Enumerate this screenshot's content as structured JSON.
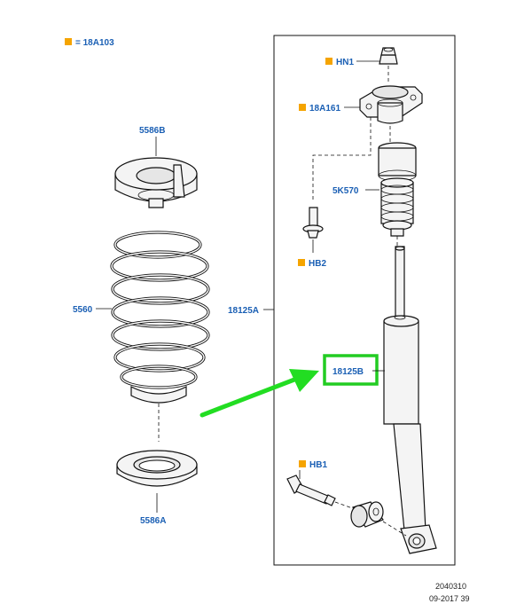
{
  "legend": {
    "color": "#f5a400",
    "text": "= 18A103"
  },
  "labels": {
    "seat_upper": "5586B",
    "spring": "5560",
    "seat_lower": "5586A",
    "assembly": "18125A",
    "nut": "HN1",
    "mount": "18A161",
    "bumper": "5K570",
    "bolt_upper": "HB2",
    "shock": "18125B",
    "bolt_lower": "HB1"
  },
  "highlight": {
    "box_color": "#22cc22",
    "arrow_color": "#22dd22"
  },
  "footer": {
    "ref": "2040310",
    "date": "09-2017 39"
  }
}
